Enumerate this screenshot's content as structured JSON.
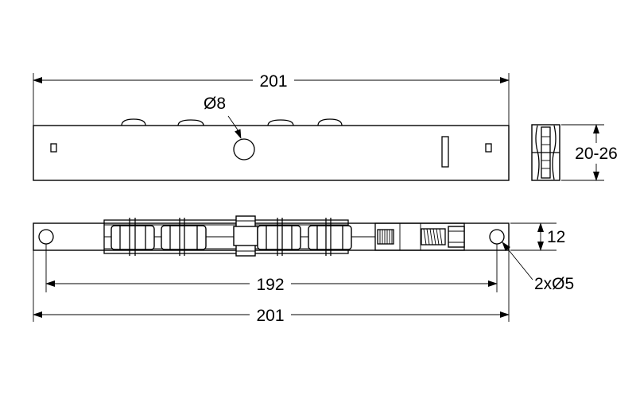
{
  "colors": {
    "line": "#000000",
    "background": "#ffffff"
  },
  "dimensions": {
    "top_length": "201",
    "hole_diameter": "Ø8",
    "side_height": "20-26",
    "bottom_height": "12",
    "hole_spacing": "192",
    "mount_holes": "2xØ5",
    "bottom_length": "201"
  }
}
